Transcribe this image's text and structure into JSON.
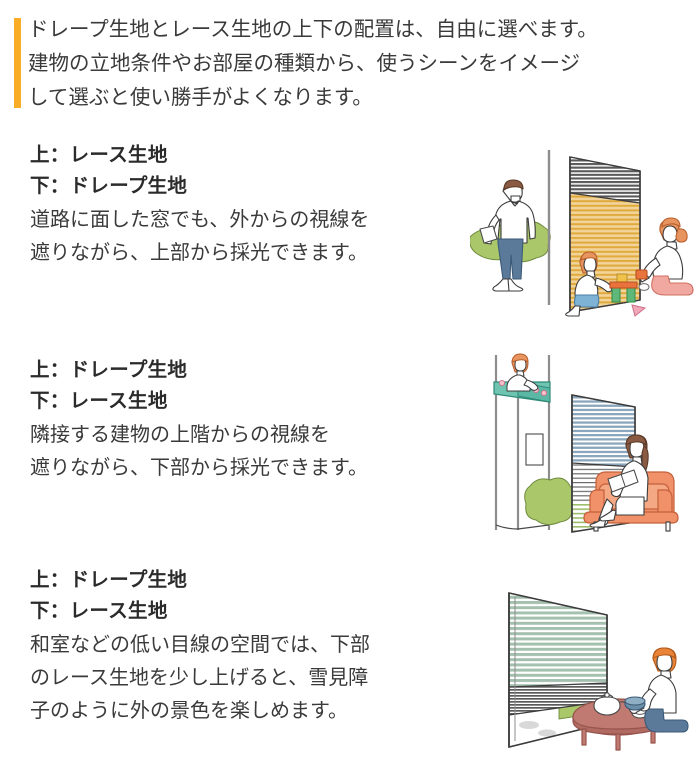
{
  "intro": {
    "text": "ドレープ生地とレース生地の上下の配置は、自由に選べます。\n建物の立地条件やお部屋の種類から、使うシーンをイメージ\nして選ぶと使い勝手がよくなります。",
    "accent_color": "#f9ad26"
  },
  "sections": [
    {
      "heading_top": "上：レース生地",
      "heading_bottom": "下：ドレープ生地",
      "body": "道路に面した窓でも、外からの視線を\n遮りながら、上部から採光できます。",
      "illustration": {
        "name": "man-outside-window-kids-playing",
        "upper_fabric": "lace",
        "lower_fabric": "drape",
        "upper_color": "#4a4a4a",
        "lower_color": "#e8b85c",
        "accent_colors": [
          "#aac76a",
          "#5b7a99",
          "#e8945e",
          "#f0a8a0"
        ]
      }
    },
    {
      "heading_top": "上：ドレープ生地",
      "heading_bottom": "下：レース生地",
      "body": "隣接する建物の上階からの視線を\n遮りながら、下部から採光できます。",
      "illustration": {
        "name": "neighbor-balcony-woman-on-sofa",
        "upper_fabric": "drape",
        "lower_fabric": "lace",
        "upper_color": "#7a93a8",
        "lower_color": "#9ab87a",
        "accent_colors": [
          "#6ec4b0",
          "#f0916a",
          "#e8835a",
          "#a8c87a"
        ]
      }
    },
    {
      "heading_top": "上：ドレープ生地",
      "heading_bottom": "下：レース生地",
      "body": "和室などの低い目線の空間では、下部\nのレース生地を少し上げると、雪見障\n子のように外の景色を楽しめます。",
      "illustration": {
        "name": "tatami-room-low-view-tea-table",
        "upper_fabric": "drape",
        "lower_fabric": "lace",
        "upper_color": "#a8c0b0",
        "lower_color": "#4a4a4a",
        "accent_colors": [
          "#c07a72",
          "#aac76a",
          "#e8843a",
          "#5b7a99"
        ]
      }
    }
  ]
}
